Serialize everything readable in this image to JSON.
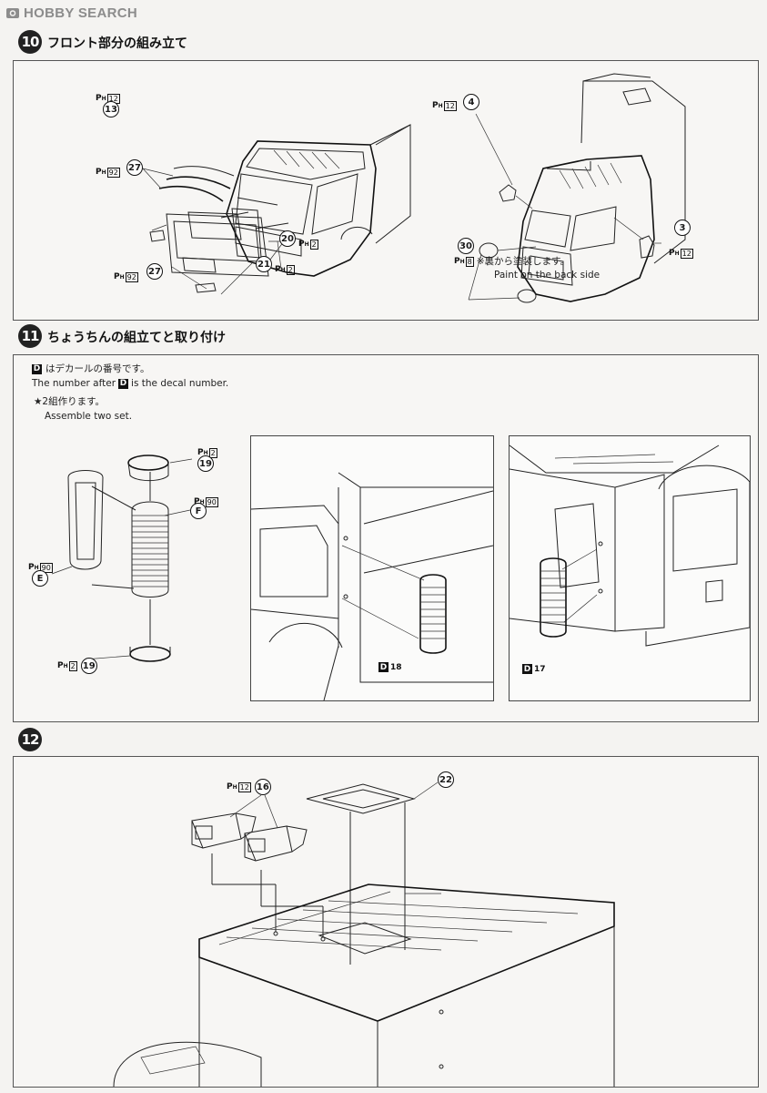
{
  "watermark": {
    "text": "HOBBY SEARCH"
  },
  "step10": {
    "number": "10",
    "title": "フロント部分の組み立て",
    "labels": [
      {
        "ph": "12",
        "part": "13"
      },
      {
        "ph": "92",
        "part": "27"
      },
      {
        "ph": "2",
        "part": "20"
      },
      {
        "ph": "2",
        "part": "21"
      },
      {
        "ph": "92",
        "part": "27"
      },
      {
        "ph": "12",
        "part": "4"
      },
      {
        "ph": "12",
        "part": "3"
      },
      {
        "ph": "8",
        "part": "30"
      }
    ],
    "note_jp": "※裏から塗装します。",
    "note_en": "Paint on the back side"
  },
  "step11": {
    "number": "11",
    "title": "ちょうちんの組立てと取り付け",
    "decal_letter": "D",
    "decal_note_jp": "はデカールの番号です。",
    "decal_note_en_a": "The number after",
    "decal_note_en_b": "is the decal number.",
    "assemble_jp": "★2組作ります。",
    "assemble_en": "Assemble two set.",
    "labels": [
      {
        "ph": "2",
        "part": "19"
      },
      {
        "ph": "90",
        "part": "F"
      },
      {
        "ph": "90",
        "part": "E"
      },
      {
        "ph": "2",
        "part": "19"
      }
    ],
    "decals": [
      "18",
      "17"
    ]
  },
  "step12": {
    "number": "12",
    "labels": [
      {
        "ph": "12",
        "part": "16"
      },
      {
        "ph": "",
        "part": "22"
      }
    ]
  }
}
